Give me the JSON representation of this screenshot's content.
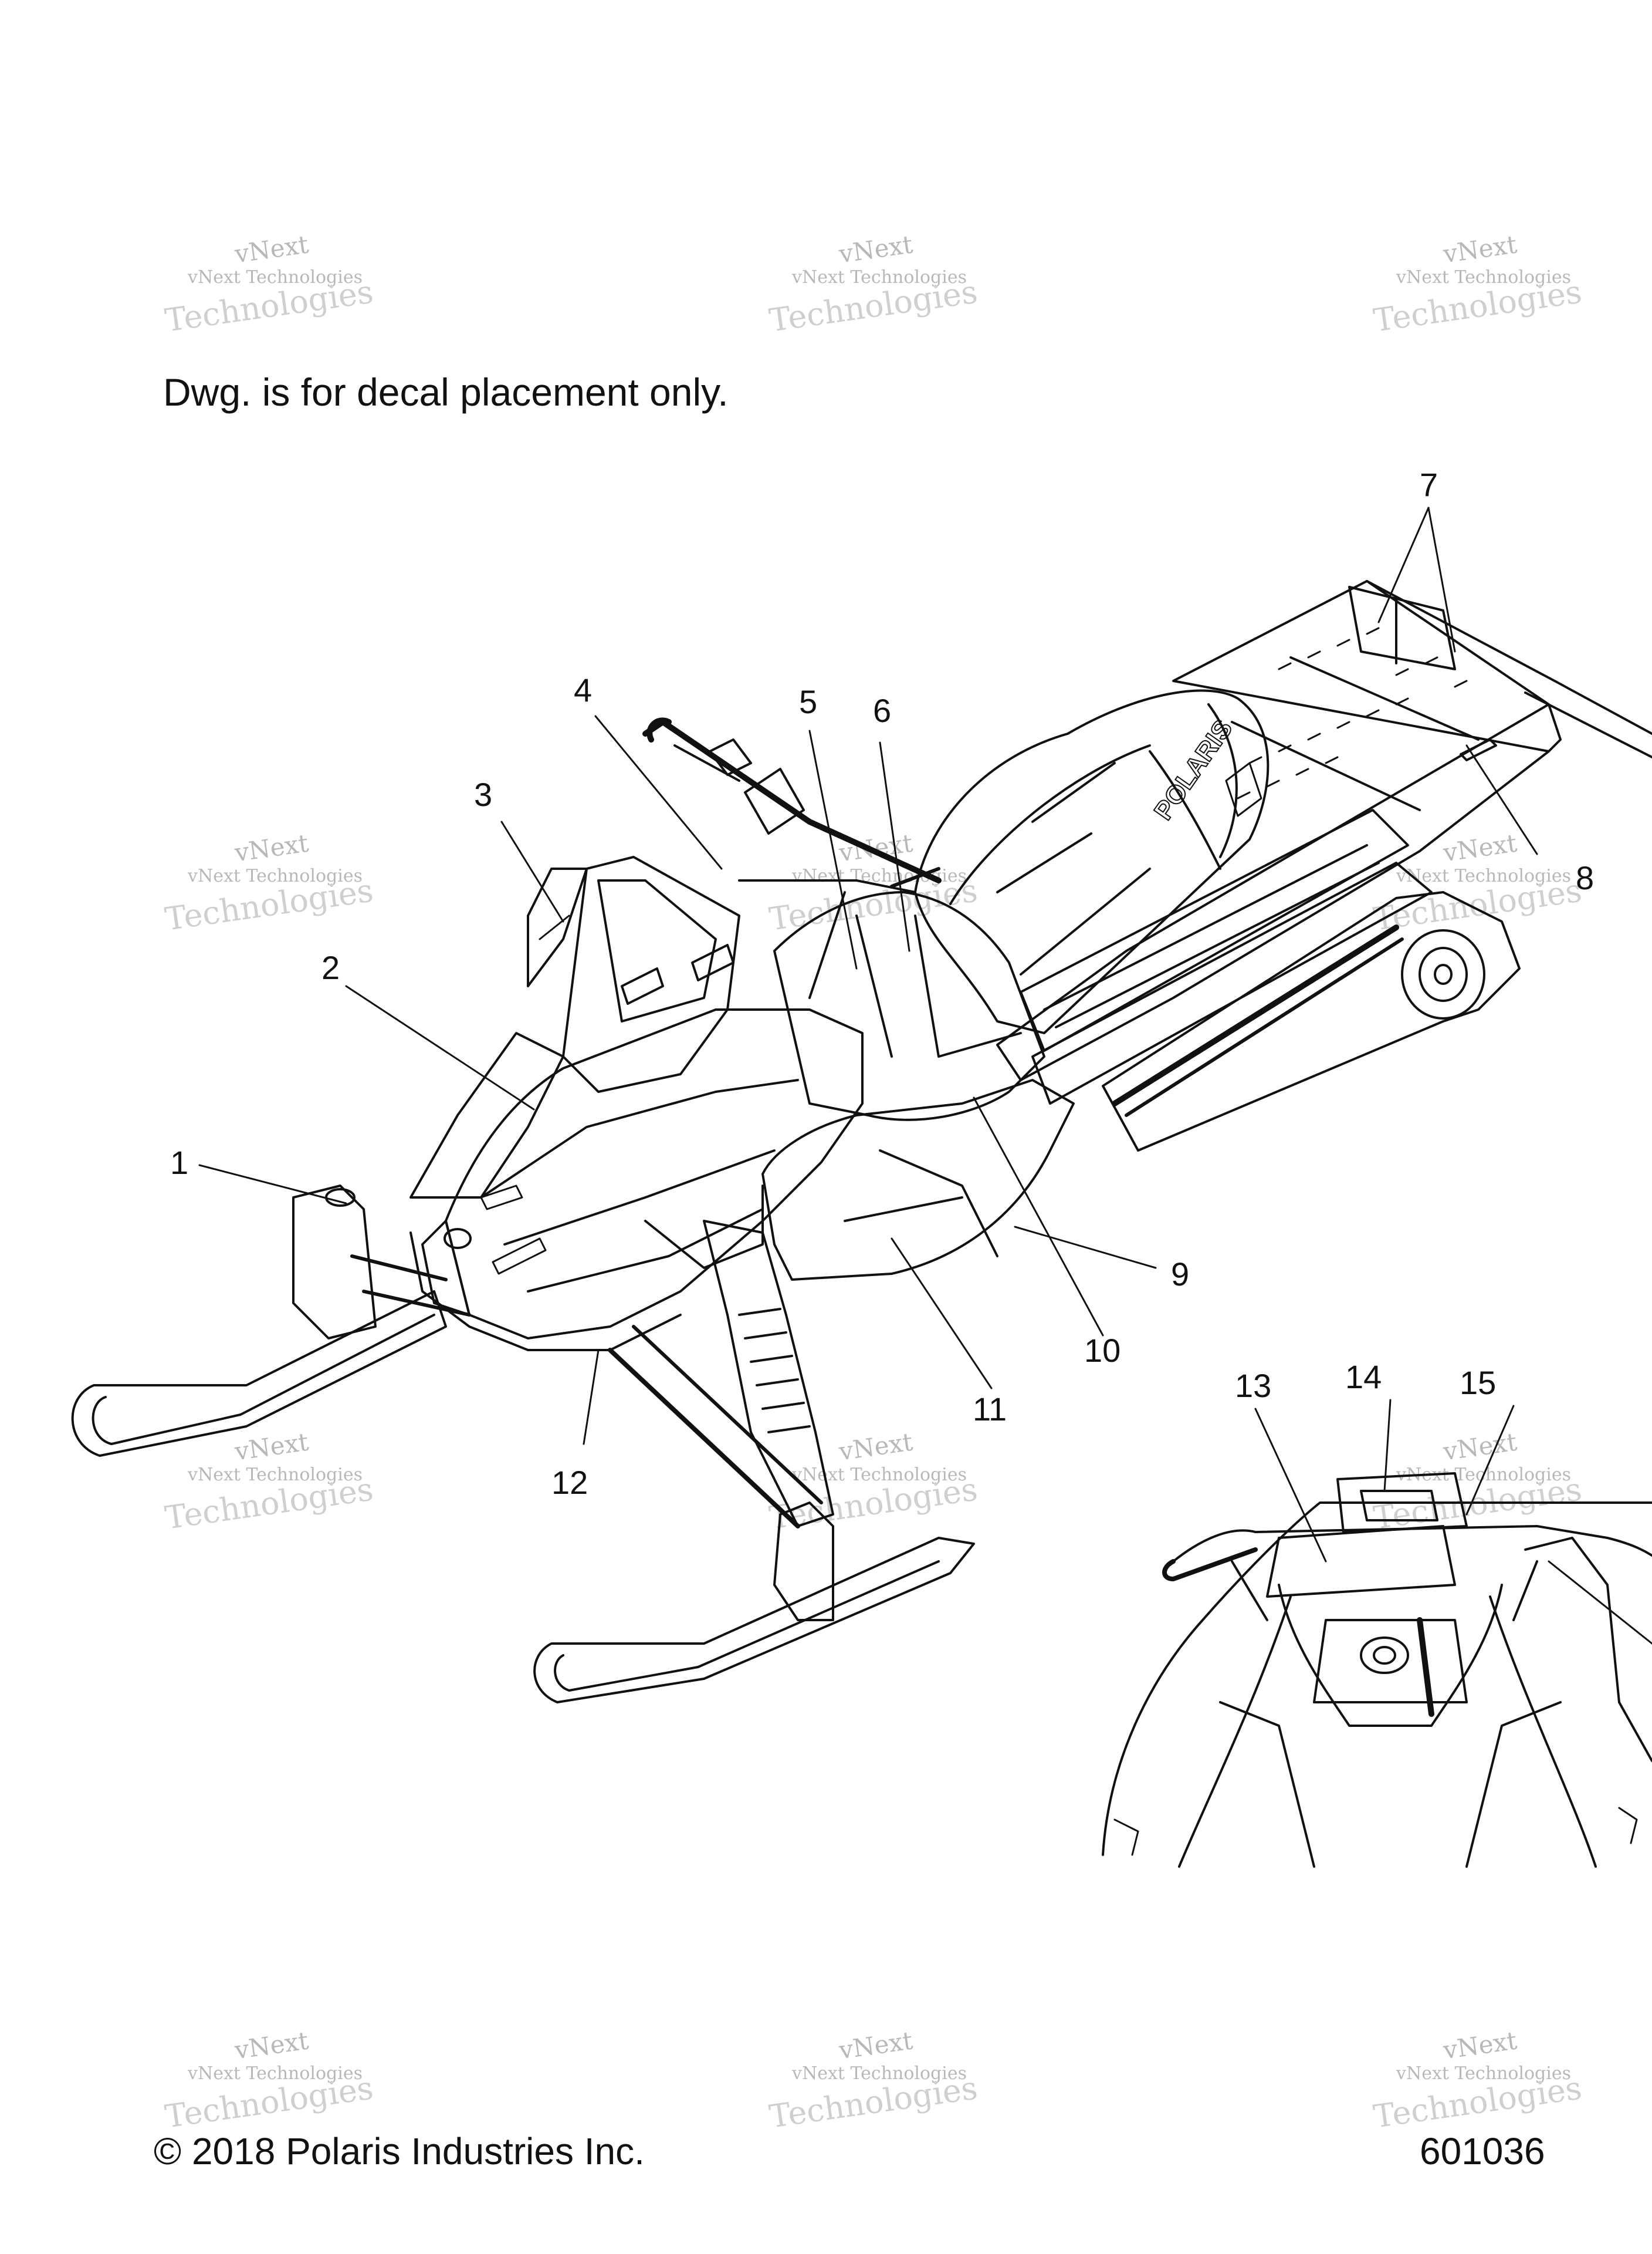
{
  "note": "Dwg. is for decal placement only.",
  "copyright": "© 2018 Polaris Industries Inc.",
  "drawing_number": "601036",
  "watermark": {
    "line1": "vNext",
    "line2": "vNext Technologies",
    "line3": "Technologies"
  },
  "callouts": [
    "1",
    "2",
    "3",
    "4",
    "5",
    "6",
    "7",
    "8",
    "9",
    "10",
    "11",
    "12",
    "13",
    "14",
    "15"
  ],
  "decal_text": "POLARIS"
}
